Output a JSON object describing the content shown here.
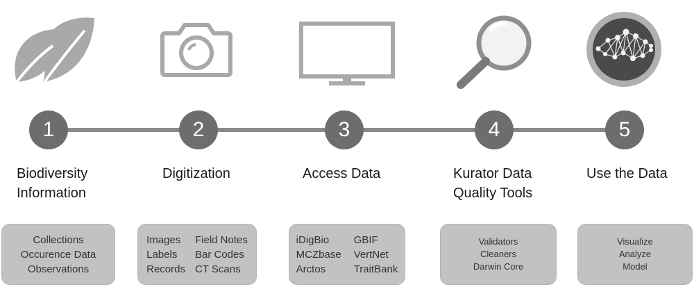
{
  "steps": [
    {
      "number": "1",
      "title_lines": [
        "Biodiversity",
        "Information"
      ],
      "box": [
        "Collections",
        "Occurence Data",
        "Observations"
      ]
    },
    {
      "number": "2",
      "title_lines": [
        "Digitization"
      ],
      "box_grid": [
        [
          "Images",
          "Field Notes"
        ],
        [
          "Labels",
          "Bar Codes"
        ],
        [
          "Records",
          "CT Scans"
        ]
      ]
    },
    {
      "number": "3",
      "title_lines": [
        "Access Data"
      ],
      "box_grid": [
        [
          "iDigBio",
          "GBIF"
        ],
        [
          "MCZbase",
          "VertNet"
        ],
        [
          "Arctos",
          "TraitBank"
        ]
      ]
    },
    {
      "number": "4",
      "title_lines": [
        "Kurator Data",
        "Quality Tools"
      ],
      "box": [
        "Validators",
        "Cleaners",
        "Darwin Core"
      ]
    },
    {
      "number": "5",
      "title_lines": [
        "Use the Data"
      ],
      "box": [
        "Visualize",
        "Analyze",
        "Model"
      ]
    }
  ],
  "icons": [
    "leaf-icon",
    "camera-icon",
    "monitor-icon",
    "magnifier-icon",
    "network-icon"
  ],
  "colors": {
    "circle": "#6d6d6d",
    "line": "#8a8a8a",
    "icon": "#a9a9a9",
    "box": "#c2c2c2"
  }
}
